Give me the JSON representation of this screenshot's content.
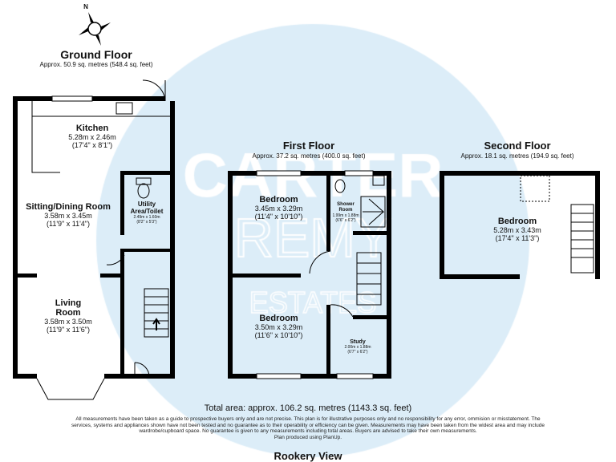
{
  "colors": {
    "watermark": "#dcedf8",
    "wall": "#000000"
  },
  "compass": {
    "label": "N"
  },
  "watermark": {
    "line1": "CARTER",
    "line2": "REMY",
    "line3": "ESTATES"
  },
  "ground_floor": {
    "title": "Ground Floor",
    "area": "Approx. 50.9 sq. metres (548.4 sq. feet)",
    "rooms": [
      {
        "name": "Kitchen",
        "metric": "5.28m x 2.46m",
        "imperial": "(17'4\" x 8'1\")"
      },
      {
        "name": "Sitting/Dining Room",
        "metric": "3.58m x 3.45m",
        "imperial": "(11'9\" x 11'4\")"
      },
      {
        "name": "Living Room",
        "metric": "3.58m x 3.50m",
        "imperial": "(11'9\" x 11'6\")"
      },
      {
        "name": "Utility Area/Toilet",
        "metric": "2.49m x 1.60m",
        "imperial": "(8'2\" x 5'3\")"
      }
    ]
  },
  "first_floor": {
    "title": "First Floor",
    "area": "Approx. 37.2 sq. metres (400.0 sq. feet)",
    "rooms": [
      {
        "name": "Bedroom",
        "metric": "3.45m x 3.29m",
        "imperial": "(11'4\" x 10'10\")"
      },
      {
        "name": "Shower Room",
        "metric": "1.99m x 1.88m",
        "imperial": "(6'6\" x 6'2\")"
      },
      {
        "name": "Bedroom",
        "metric": "3.50m x 3.29m",
        "imperial": "(11'6\" x 10'10\")"
      },
      {
        "name": "Study",
        "metric": "2.00m x 1.88m",
        "imperial": "(6'7\" x 6'2\")"
      }
    ]
  },
  "second_floor": {
    "title": "Second Floor",
    "area": "Approx. 18.1 sq. metres (194.9 sq. feet)",
    "rooms": [
      {
        "name": "Bedroom",
        "metric": "5.28m x 3.43m",
        "imperial": "(17'4\" x 11'3\")"
      }
    ]
  },
  "total_area": "Total area: approx. 106.2 sq. metres (1143.3 sq. feet)",
  "disclaimer": "All measurements have been taken as a guide to prospective buyers only and are not precise. This plan is for illustrative purposes only and no responsibility for any error, ommision or misstatement. The services, systems and appliances shown have not been tested and no guarantee as to their operability or efficiency can be given. Measurements may have been taken from the widest area and may include wardrobe/cupboard space. No guarantee is given to any measurements including total areas. Buyers are advised to take their own measurements.",
  "produced_by": "Plan produced using PlanUp.",
  "property_name": "Rookery View"
}
